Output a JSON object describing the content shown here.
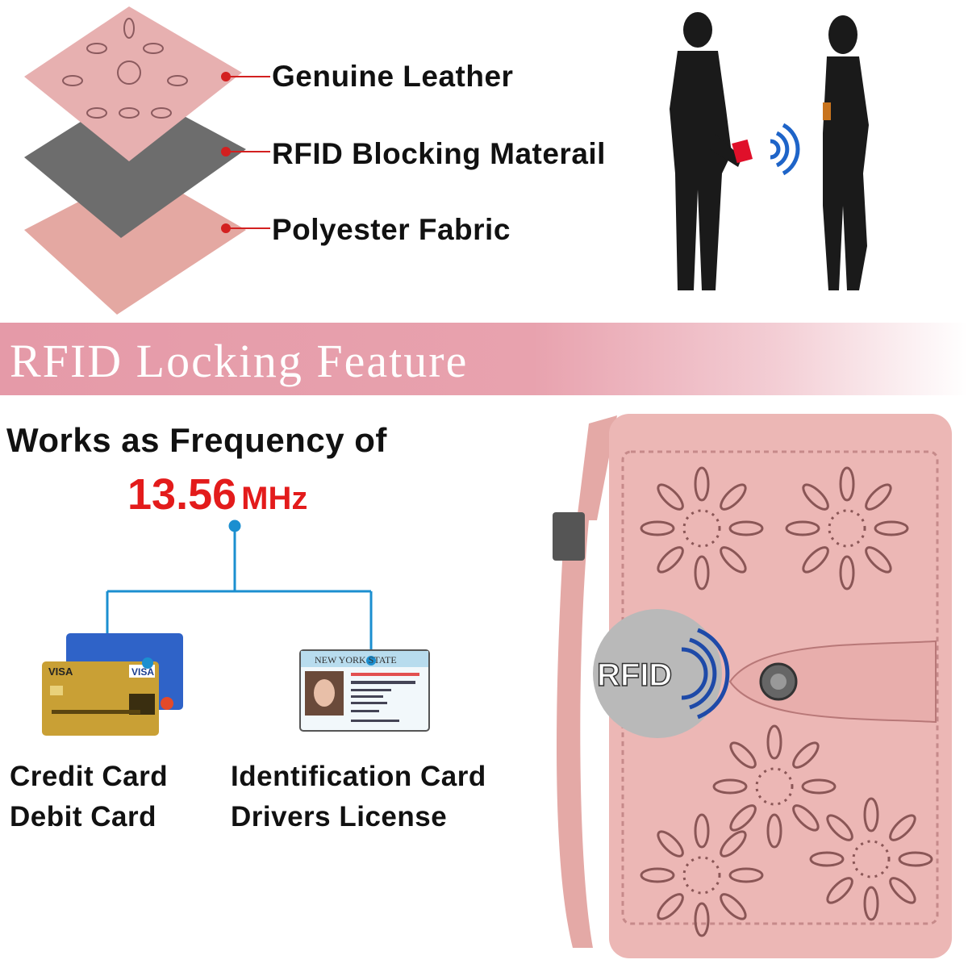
{
  "layers": [
    {
      "label": "Genuine Leather",
      "color": "#e7b0b0"
    },
    {
      "label": "RFID Blocking Materail",
      "color": "#6d6d6d"
    },
    {
      "label": "Polyester Fabric",
      "color": "#e4a8a2"
    }
  ],
  "banner": {
    "title": "RFID Locking Feature"
  },
  "frequency": {
    "heading": "Works as Frequency of",
    "value": "13.56",
    "unit": "MHz"
  },
  "cards": {
    "left": {
      "line1": "Credit Card",
      "line2": "Debit Card",
      "logo": "VISA"
    },
    "right": {
      "line1": "Identification Card",
      "line2": "Drivers License",
      "logo": "NEW YORK STATE"
    }
  },
  "wallet": {
    "badge": "RFID",
    "color": "#eab3b3"
  },
  "colors": {
    "accent_red": "#e31b1b",
    "connector_blue": "#1b8fd0",
    "banner_pink": "#e59aa8"
  }
}
